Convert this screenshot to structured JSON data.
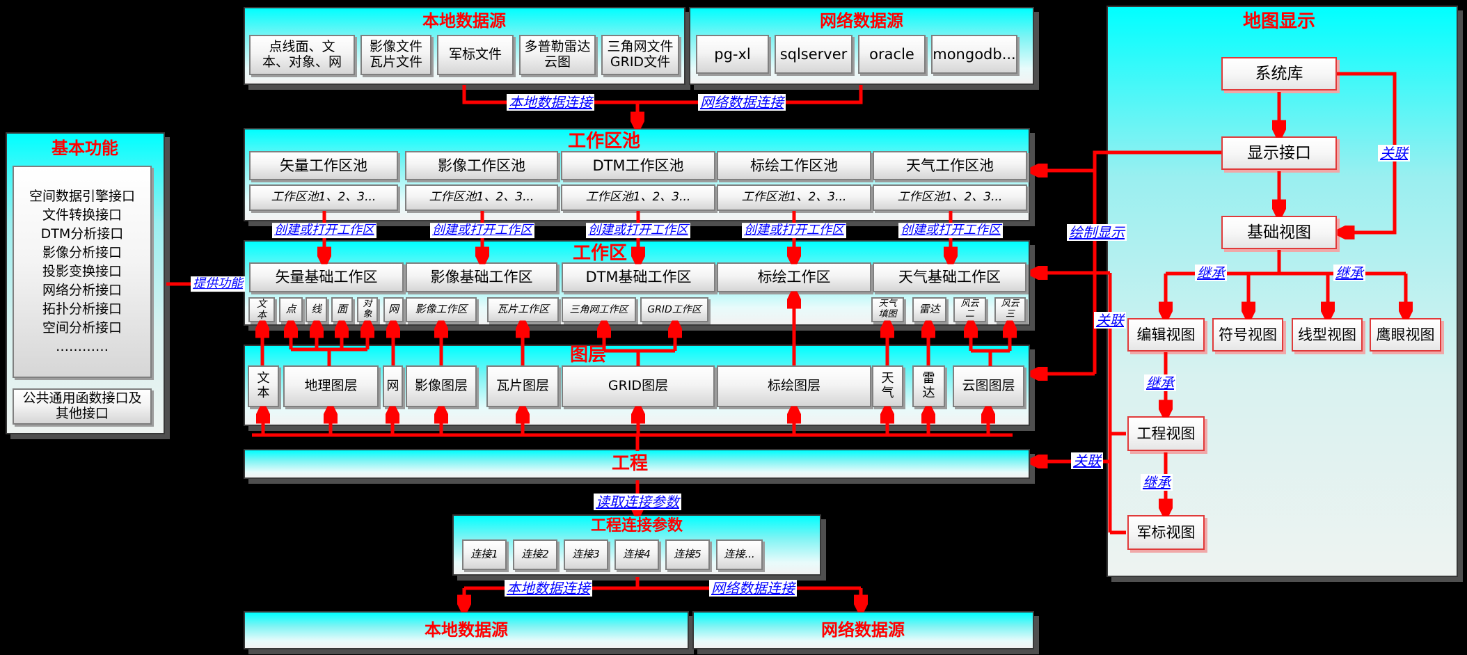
{
  "diagram": {
    "colors": {
      "red": "#ff0000",
      "blue": "#0000ff",
      "cyan": "#00ffff",
      "background": "#000000"
    },
    "local_source_top": {
      "title": "本地数据源",
      "items": [
        "点线面、文\n本、对象、网",
        "影像文件\n瓦片文件",
        "军标文件",
        "多普勒雷达\n云图",
        "三角网文件\nGRID文件"
      ]
    },
    "network_source_top": {
      "title": "网络数据源",
      "items": [
        "pg-xl",
        "sqlserver",
        "oracle",
        "mongodb..."
      ]
    },
    "basic_functions": {
      "title": "基本功能",
      "interface_list": "空间数据引擎接口\n文件转换接口\nDTM分析接口\n影像分析接口\n投影变换接口\n网络分析接口\n拓扑分析接口\n空间分析接口\n…………",
      "common_box": "公共通用函数接口及\n其他接口"
    },
    "workspace_pool": {
      "title": "工作区池",
      "pools": [
        "矢量工作区池",
        "影像工作区池",
        "DTM工作区池",
        "标绘工作区池",
        "天气工作区池"
      ],
      "pool_items": "工作区池1、2、3..."
    },
    "workspace": {
      "title": "工作区",
      "groups": [
        "矢量基础工作区",
        "影像基础工作区",
        "DTM基础工作区",
        "标绘工作区",
        "天气基础工作区"
      ],
      "subs": [
        "文\n本",
        "点",
        "线",
        "面",
        "对\n象",
        "网",
        "影像工作区",
        "瓦片工作区",
        "三角网工作区",
        "GRID工作区",
        "天气\n填图",
        "雷达",
        "风云\n二",
        "风云\n三"
      ]
    },
    "layers": {
      "title": "图层",
      "items": [
        "文\n本",
        "地理图层",
        "网",
        "影像图层",
        "瓦片图层",
        "GRID图层",
        "标绘图层",
        "天\n气",
        "雷\n达",
        "云图图层"
      ]
    },
    "project": {
      "title": "工程"
    },
    "project_params": {
      "title": "工程连接参数",
      "items": [
        "连接1",
        "连接2",
        "连接3",
        "连接4",
        "连接5",
        "连接..."
      ]
    },
    "local_source_bottom": {
      "title": "本地数据源"
    },
    "network_source_bottom": {
      "title": "网络数据源"
    },
    "map_display": {
      "title": "地图显示",
      "system_lib": "系统库",
      "display_interface": "显示接口",
      "base_view": "基础视图",
      "edit_view": "编辑视图",
      "symbol_view": "符号视图",
      "line_view": "线型视图",
      "eagle_view": "鹰眼视图",
      "project_view": "工程视图",
      "military_view": "军标视图"
    },
    "labels": {
      "local_conn": "本地数据连接",
      "network_conn": "网络数据连接",
      "create_open": "创建或打开工作区",
      "provide": "提供功能",
      "draw_display": "绘制显示",
      "assoc": "关联",
      "inherit": "继承",
      "read_params": "读取连接参数"
    }
  }
}
